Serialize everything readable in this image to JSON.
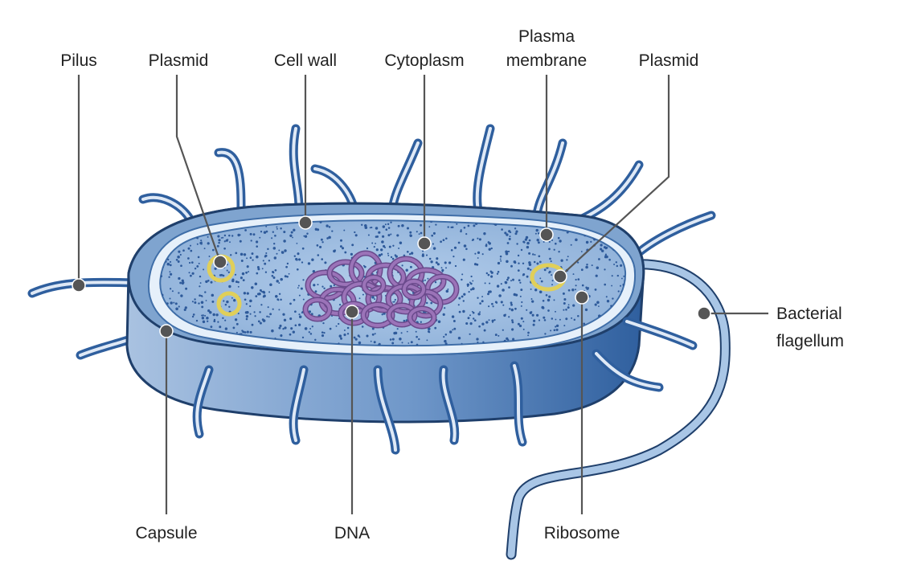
{
  "colors": {
    "capsule": "#7fa4cf",
    "capsule_dark": "#3f6ea8",
    "capsule_outline": "#1f3f6b",
    "cell_wall": "#e6f0fa",
    "cytoplasm": "#9dbde0",
    "ribosome_dots": "#2e5a9a",
    "pili": "#4f7fbf",
    "plasmid": "#e0cf5a",
    "dna": "#9b73b8",
    "flagellum": "#a9c6e6",
    "leader_line": "#555555",
    "label_text": "#222222"
  },
  "labels": {
    "pilus": "Pilus",
    "plasmid_left": "Plasmid",
    "cell_wall": "Cell wall",
    "cytoplasm": "Cytoplasm",
    "plasma_membrane_line1": "Plasma",
    "plasma_membrane_line2": "membrane",
    "plasmid_right": "Plasmid",
    "flagellum_line1": "Bacterial",
    "flagellum_line2": "flagellum",
    "capsule": "Capsule",
    "dna": "DNA",
    "ribosome": "Ribosome"
  }
}
